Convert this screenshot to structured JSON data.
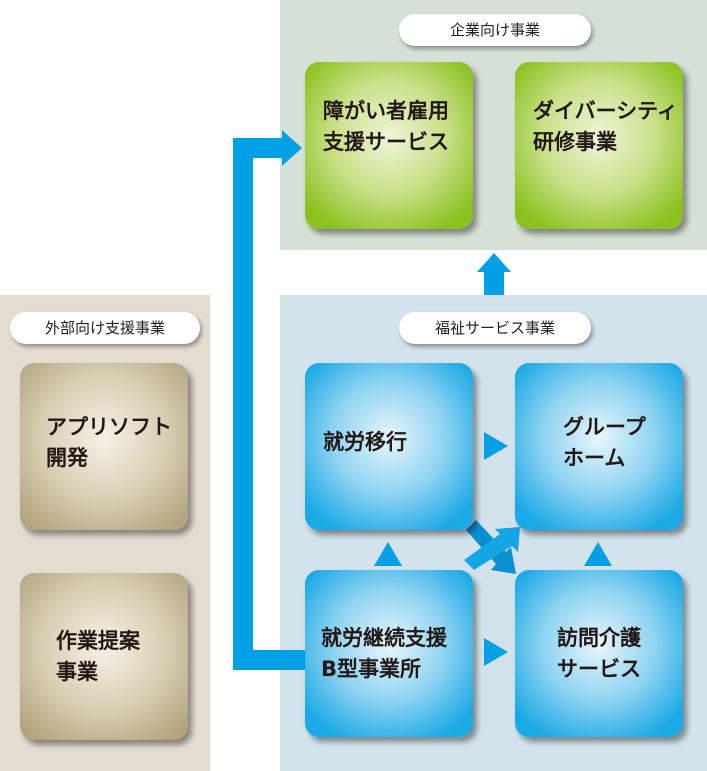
{
  "corporate": {
    "title": "企業向け事業",
    "boxes": [
      "障がい者雇用\n支援サービス",
      "ダイバーシティ\n研修事業"
    ]
  },
  "welfare": {
    "title": "福祉サービス事業",
    "boxes": [
      "就労移行",
      "グループ\nホーム",
      "就労継続支援\nB型事業所",
      "訪問介護\nサービス"
    ]
  },
  "external": {
    "title": "外部向け支援事業",
    "boxes": [
      "アプリソフト\n開発",
      "作業提案\n事業"
    ]
  },
  "colors": {
    "arrow": "#00a0e6",
    "green_panel": "#d5e0d6",
    "blue_panel": "#d2e3ec",
    "beige_panel": "#e3ddd1"
  }
}
